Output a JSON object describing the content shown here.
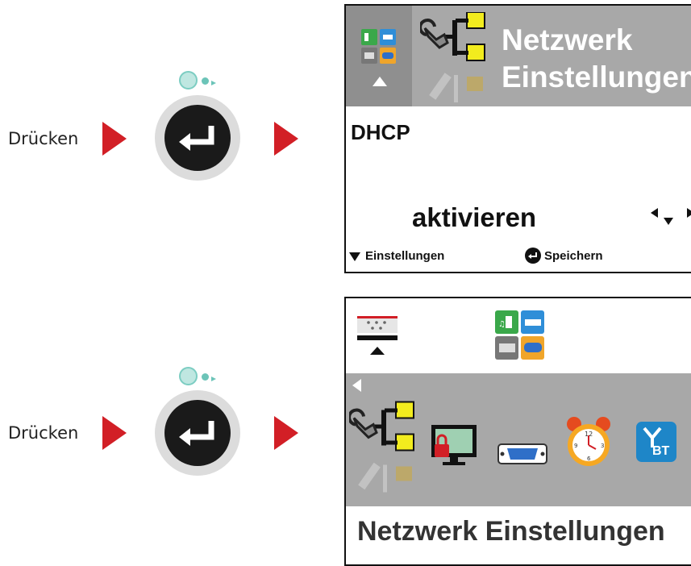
{
  "step1": {
    "press_label": "Drücken",
    "screen": {
      "title_line1": "Netzwerk",
      "title_line2": "Einstellungen",
      "item_label": "DHCP",
      "value": "aktivieren",
      "footer_left": "Einstellungen",
      "footer_right": "Speichern"
    }
  },
  "step2": {
    "press_label": "Drücken",
    "screen": {
      "caption": "Netzwerk Einstellungen",
      "icons": [
        "network-settings-icon",
        "security-monitor-icon",
        "serial-port-icon",
        "alarm-clock-icon",
        "bluetooth-icon"
      ],
      "bt_text": "BT"
    }
  },
  "colors": {
    "arrow_red": "#d21f26",
    "header_gray": "#a8a8a8",
    "accent_teal": "#6cc4b8"
  }
}
